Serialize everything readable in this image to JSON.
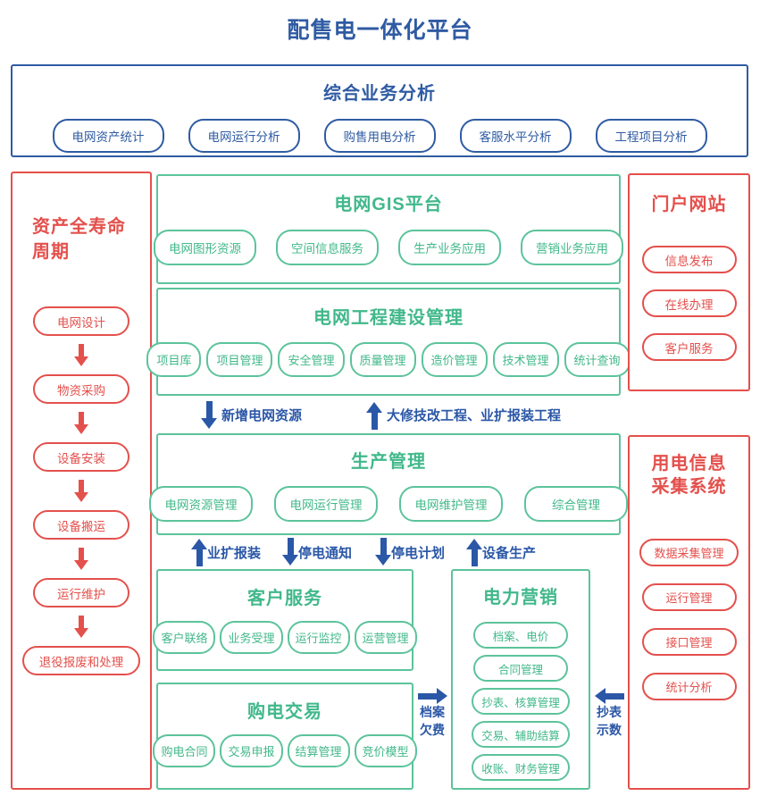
{
  "title": "配售电一体化平台",
  "colors": {
    "blue": "#2f5ba3",
    "red": "#e4504c",
    "green": "#41b88b",
    "arrow_blue": "#2b57a7"
  },
  "analysis_box": {
    "title": "综合业务分析",
    "pills": [
      "电网资产统计",
      "电网运行分析",
      "购售用电分析",
      "客服水平分析",
      "工程项目分析"
    ]
  },
  "asset_lifecycle": {
    "title_line1": "资产全寿命",
    "title_line2": "周期",
    "steps": [
      "电网设计",
      "物资采购",
      "设备安装",
      "设备搬运",
      "运行维护",
      "退役报废和处理"
    ]
  },
  "gis_platform": {
    "title": "电网GIS平台",
    "pills": [
      "电网图形资源",
      "空间信息服务",
      "生产业务应用",
      "营销业务应用"
    ]
  },
  "construction_mgmt": {
    "title": "电网工程建设管理",
    "pills": [
      "项目库",
      "项目管理",
      "安全管理",
      "质量管理",
      "造价管理",
      "技术管理",
      "统计查询"
    ]
  },
  "flow_row1": {
    "down_label": "新增电网资源",
    "up_label": "大修技改工程、业扩报装工程"
  },
  "production_mgmt": {
    "title": "生产管理",
    "pills": [
      "电网资源管理",
      "电网运行管理",
      "电网维护管理",
      "综合管理"
    ]
  },
  "flow_row2": [
    {
      "dir": "up",
      "label": "业扩报装"
    },
    {
      "dir": "down",
      "label": "停电通知"
    },
    {
      "dir": "down",
      "label": "停电计划"
    },
    {
      "dir": "up",
      "label": "设备生产"
    }
  ],
  "customer_service": {
    "title": "客户服务",
    "pills": [
      "客户联络",
      "业务受理",
      "运行监控",
      "运营管理"
    ]
  },
  "power_purchase": {
    "title": "购电交易",
    "pills": [
      "购电合同",
      "交易申报",
      "结算管理",
      "竞价模型"
    ]
  },
  "marketing": {
    "title": "电力营销",
    "pills": [
      "档案、电价",
      "合同管理",
      "抄表、核算管理",
      "交易、辅助结算",
      "收账、财务管理"
    ]
  },
  "archive_arrears_connector": {
    "line1": "档案",
    "line2": "欠费"
  },
  "meter_reading_connector": {
    "line1": "抄表",
    "line2": "示数"
  },
  "portal": {
    "title": "门户网站",
    "pills": [
      "信息发布",
      "在线办理",
      "客户服务"
    ]
  },
  "collection_system": {
    "title_line1": "用电信息",
    "title_line2": "采集系统",
    "pills": [
      "数据采集管理",
      "运行管理",
      "接口管理",
      "统计分析"
    ]
  }
}
